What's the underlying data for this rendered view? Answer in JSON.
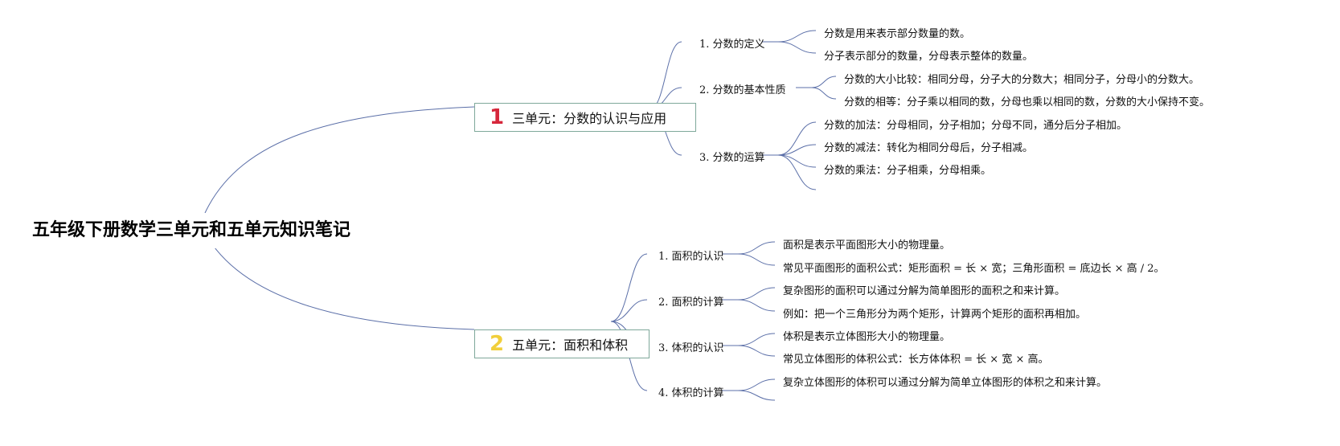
{
  "root": {
    "title": "五年级下册数学三单元和五单元知识笔记"
  },
  "units": [
    {
      "number": "1",
      "number_color": "#d6273b",
      "title": "三单元：分数的认识与应用",
      "topics": [
        {
          "label": "1. 分数的定义",
          "points": [
            "分数是用来表示部分数量的数。",
            "分子表示部分的数量，分母表示整体的数量。"
          ]
        },
        {
          "label": "2. 分数的基本性质",
          "points": [
            "分数的大小比较：相同分母，分子大的分数大；相同分子，分母小的分数大。",
            "分数的相等：分子乘以相同的数，分母也乘以相同的数，分数的大小保持不变。"
          ]
        },
        {
          "label": "3. 分数的运算",
          "points": [
            "分数的加法：分母相同，分子相加；分母不同，通分后分子相加。",
            "分数的减法：转化为相同分母后，分子相减。",
            "分数的乘法：分子相乘，分母相乘。",
            ""
          ]
        }
      ]
    },
    {
      "number": "2",
      "number_color": "#f1cf3b",
      "title": "五单元：面积和体积",
      "topics": [
        {
          "label": "1. 面积的认识",
          "points": [
            "面积是表示平面图形大小的物理量。",
            "常见平面图形的面积公式：矩形面积 = 长 × 宽；三角形面积 = 底边长 × 高 / 2。"
          ]
        },
        {
          "label": "2. 面积的计算",
          "points": [
            "复杂图形的面积可以通过分解为简单图形的面积之和来计算。",
            "例如：把一个三角形分为两个矩形，计算两个矩形的面积再相加。"
          ]
        },
        {
          "label": "3. 体积的认识",
          "points": [
            "体积是表示立体图形大小的物理量。",
            "常见立体图形的体积公式：长方体体积 = 长 × 宽 × 高。"
          ]
        },
        {
          "label": "4. 体积的计算",
          "points": [
            "复杂立体图形的体积可以通过分解为简单立体图形的体积之和来计算。",
            ""
          ]
        }
      ]
    }
  ],
  "colors": {
    "connector": "#5b6fa8",
    "unit_border": "#7fa89a"
  }
}
